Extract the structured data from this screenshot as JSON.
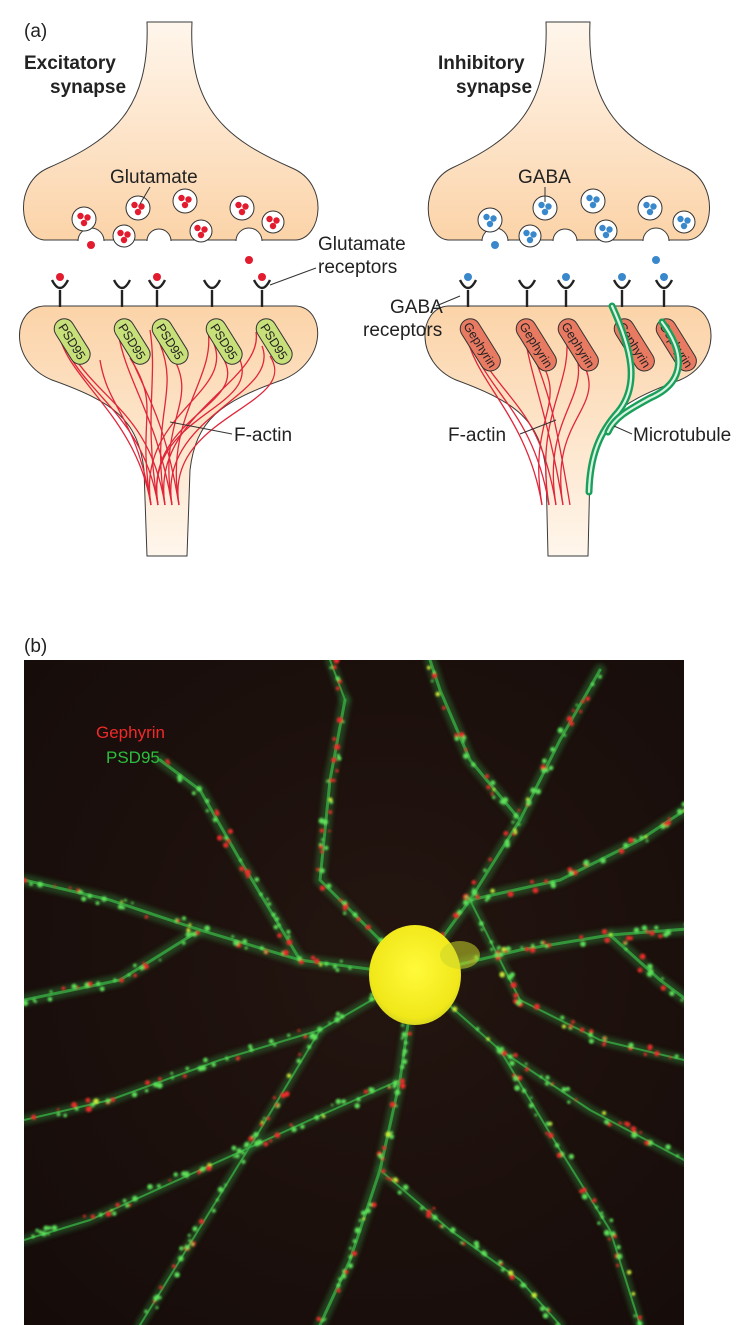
{
  "panel_a": {
    "letter": "(a)",
    "excitatory": {
      "title_line1": "Excitatory",
      "title_line2": "synapse",
      "neurotransmitter": "Glutamate",
      "receptors_line1": "Glutamate",
      "receptors_line2": "receptors",
      "scaffold": "PSD95",
      "cytoskeleton": "F-actin",
      "vesicle_color": "#e21b2f",
      "scaffold_color": "#c8e07a",
      "actin_color": "#e0263a"
    },
    "inhibitory": {
      "title_line1": "Inhibitory",
      "title_line2": "synapse",
      "neurotransmitter": "GABA",
      "receptors_line1": "GABA",
      "receptors_line2": "receptors",
      "scaffold": "Gephyrin",
      "cytoskeleton_1": "F-actin",
      "cytoskeleton_2": "Microtubule",
      "vesicle_color": "#3a88cc",
      "scaffold_color": "#e87a62",
      "microtubule_color": "#1aa05a"
    },
    "terminal_color": "#fbd3a8"
  },
  "panel_b": {
    "letter": "(b)",
    "legend": [
      {
        "label": "Gephyrin",
        "color": "#ee2a2a"
      },
      {
        "label": "PSD95",
        "color": "#2bbf3c"
      }
    ],
    "soma_color": "#f4ee14",
    "background": "#1a0f0d"
  }
}
